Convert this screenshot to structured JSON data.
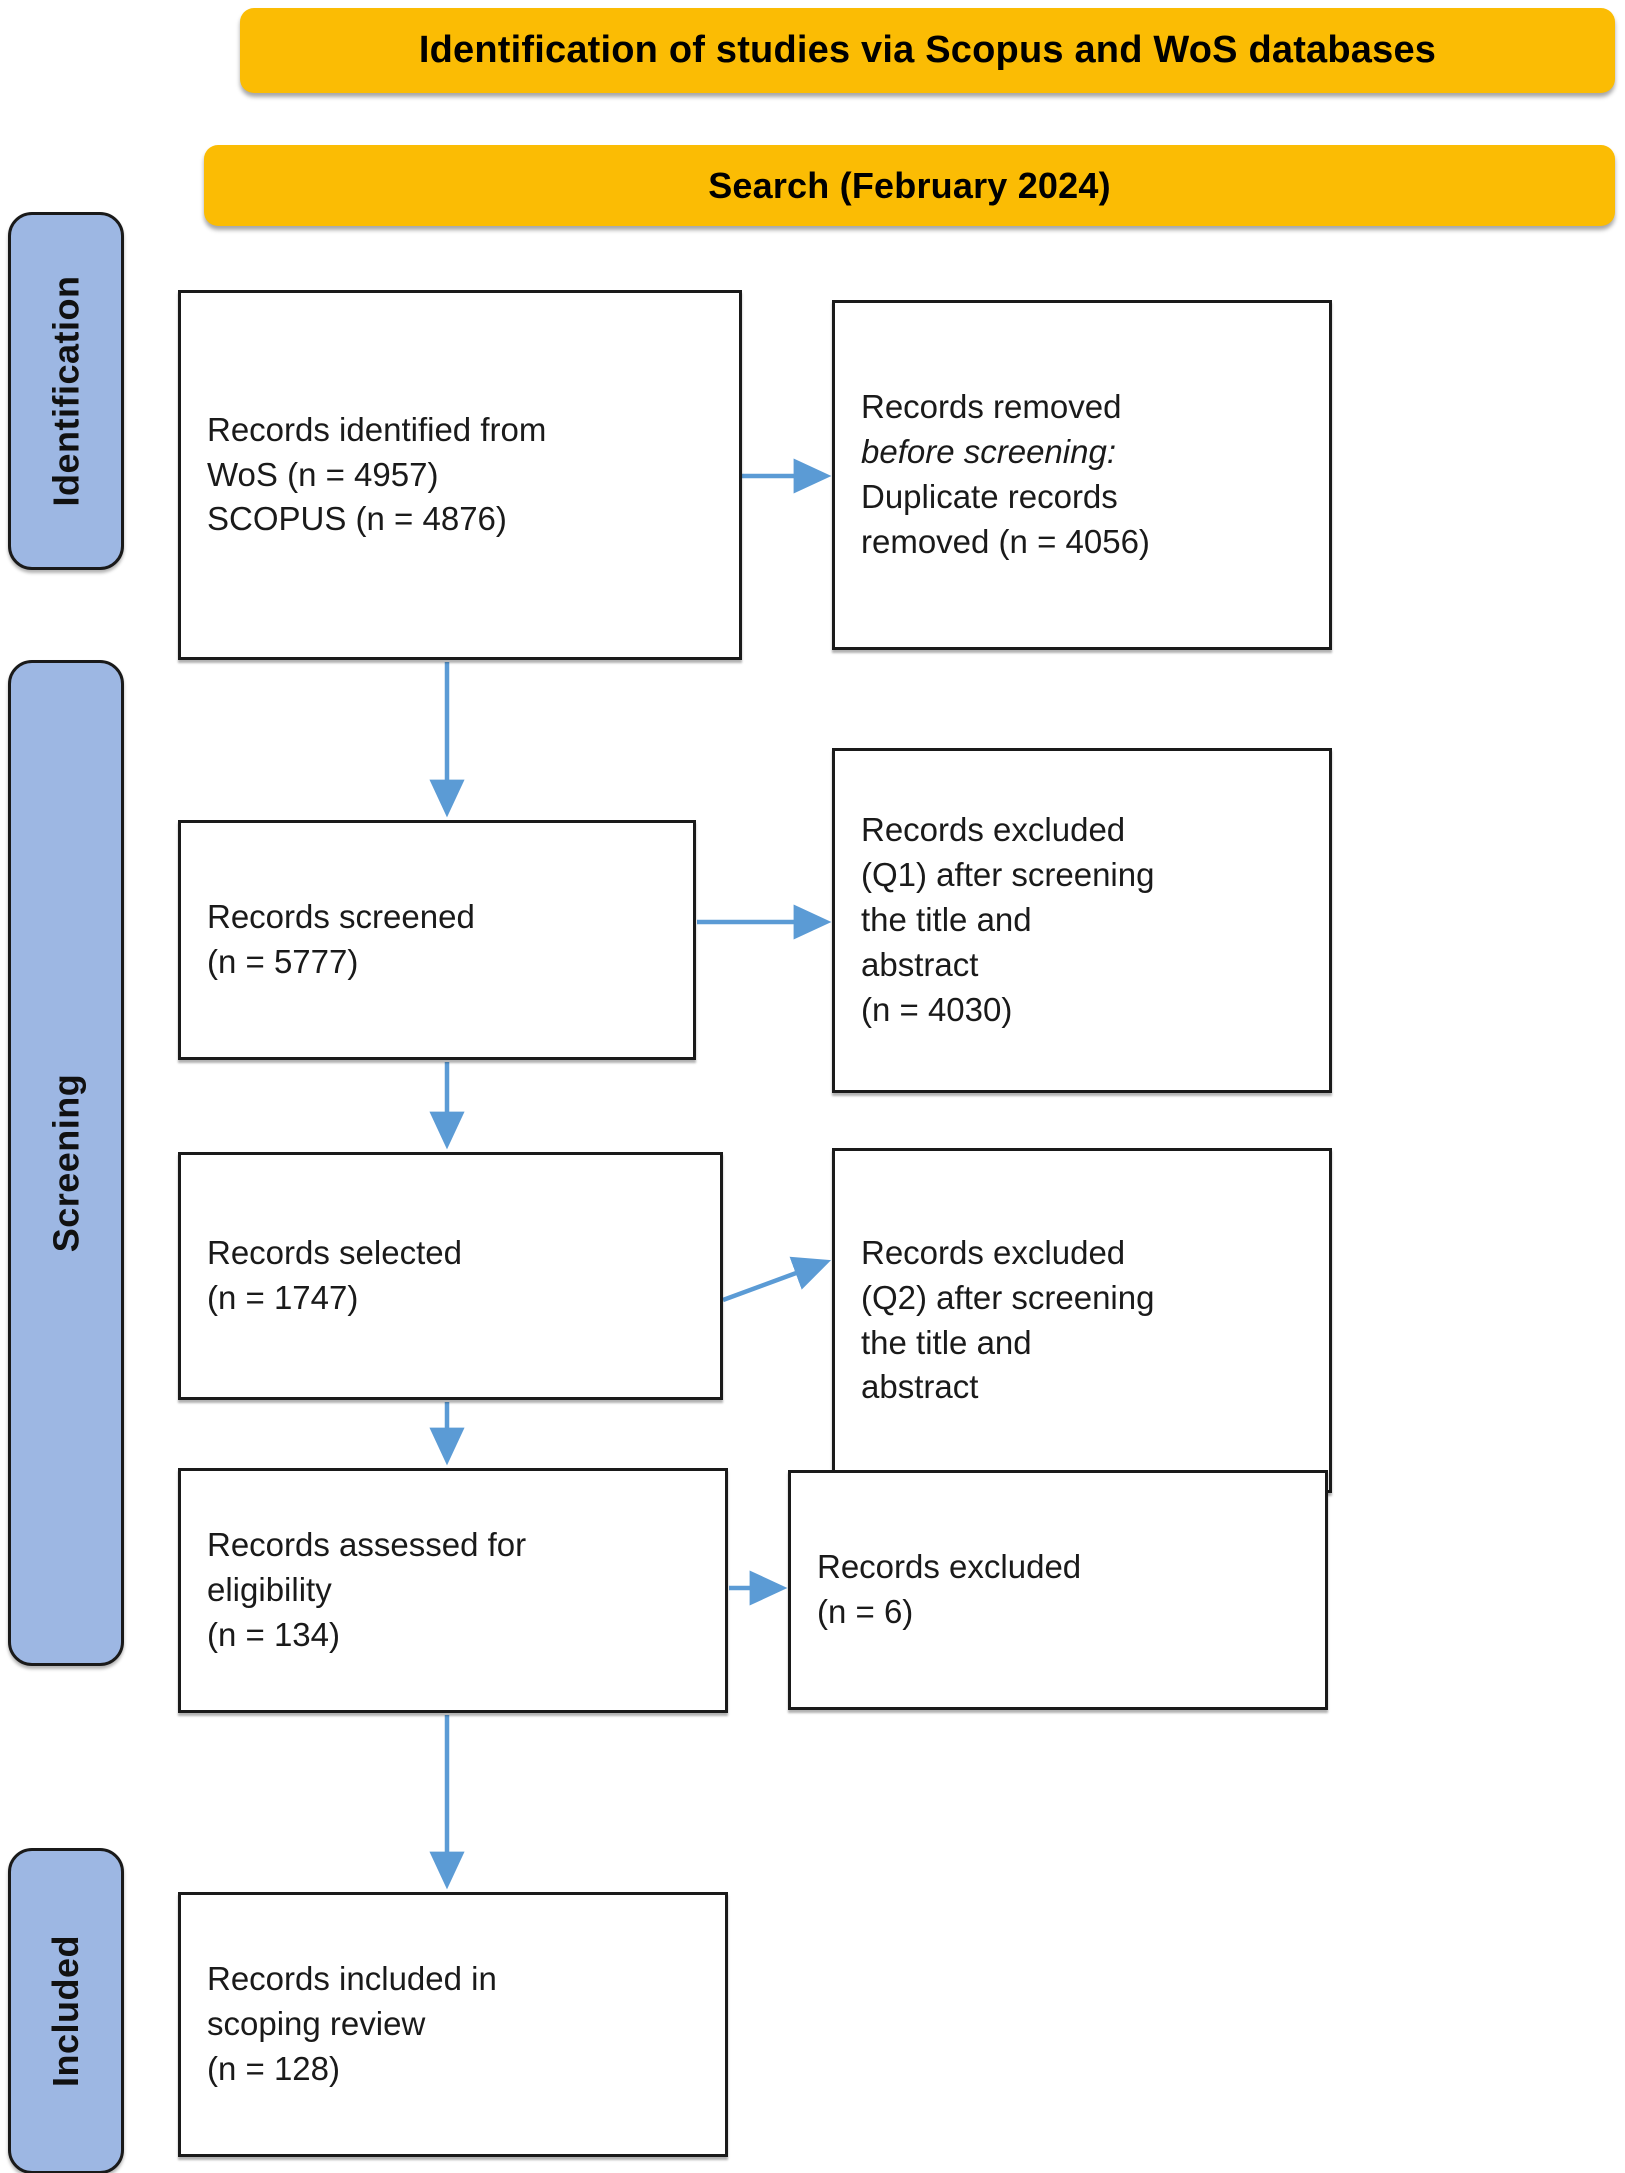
{
  "banners": {
    "identification": "Identification of studies via Scopus and WoS databases",
    "search": "Search (February 2024)"
  },
  "stages": [
    {
      "id": "identification",
      "label": "Identification"
    },
    {
      "id": "screening",
      "label": "Screening"
    },
    {
      "id": "included",
      "label": "Included"
    }
  ],
  "boxes": {
    "identified": {
      "lines": [
        "Records identified from",
        "WoS (n = 4957)",
        "SCOPUS (n = 4876)"
      ]
    },
    "removed": {
      "lines": [
        "Records removed",
        "before screening:",
        "Duplicate records",
        "removed (n = 4056)"
      ],
      "italic_line_index": 1
    },
    "screened": {
      "lines": [
        "Records screened",
        "(n = 5777)"
      ]
    },
    "excluded_q1": {
      "lines": [
        "Records excluded",
        "(Q1) after screening",
        "the title and",
        "abstract",
        "(n = 4030)"
      ]
    },
    "selected": {
      "lines": [
        "Records selected",
        "(n = 1747)"
      ]
    },
    "excluded_q2": {
      "lines": [
        "Records excluded",
        "(Q2) after screening",
        "the title and",
        "abstract"
      ]
    },
    "assessed": {
      "lines": [
        "Records assessed for",
        "eligibility",
        "(n = 134)"
      ]
    },
    "excluded_fulltext": {
      "lines": [
        "Records excluded",
        "(n = 6)"
      ]
    },
    "included": {
      "lines": [
        "Records included in",
        "scoping review",
        "(n = 128)"
      ]
    }
  },
  "colors": {
    "banner": "#FBBC04",
    "rail": "#9DB7E3",
    "arrow": "#5B9BD5",
    "box_border": "#1A1A1A"
  },
  "flow": {
    "counts": {
      "wos_identified": 4957,
      "scopus_identified": 4876,
      "duplicates_removed": 4056,
      "screened": 5777,
      "excluded_q1": 4030,
      "selected": 1747,
      "assessed_eligibility": 134,
      "excluded_fulltext": 6,
      "included": 128
    }
  }
}
